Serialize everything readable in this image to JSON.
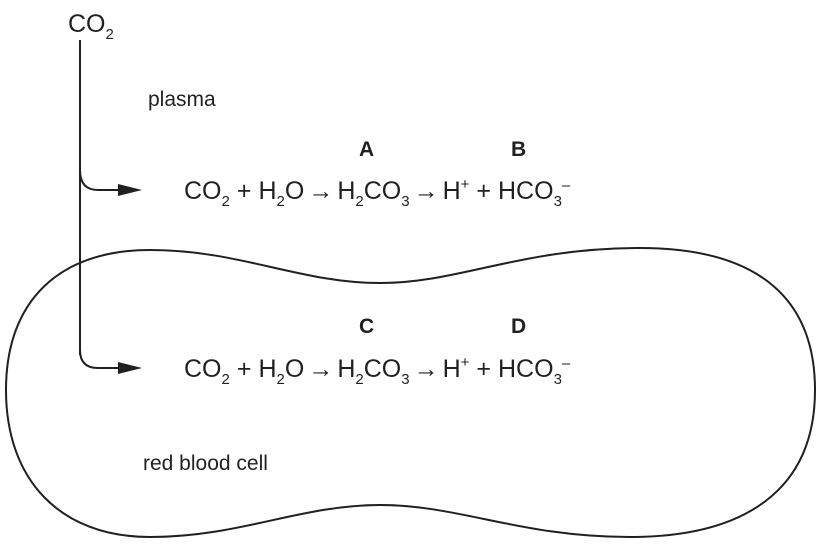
{
  "source": {
    "base": "CO",
    "subscript": "2"
  },
  "regions": {
    "plasma_label": "plasma",
    "cell_label": "red blood cell"
  },
  "reactions": [
    {
      "region": "plasma",
      "step_labels": [
        "A",
        "B"
      ],
      "co2": {
        "base": "CO",
        "sub": "2"
      },
      "plus1": "+",
      "h2o": {
        "h": "H",
        "sub": "2",
        "o": "O"
      },
      "arrow1": "→",
      "h2co3": {
        "h": "H",
        "sub1": "2",
        "co": "CO",
        "sub2": "3"
      },
      "arrow2": "→",
      "hplus": {
        "base": "H",
        "sup": "+"
      },
      "plus2": "+",
      "hco3": {
        "base": "HCO",
        "sub": "3",
        "sup": "–"
      }
    },
    {
      "region": "red blood cell",
      "step_labels": [
        "C",
        "D"
      ],
      "co2": {
        "base": "CO",
        "sub": "2"
      },
      "plus1": "+",
      "h2o": {
        "h": "H",
        "sub": "2",
        "o": "O"
      },
      "arrow1": "→",
      "h2co3": {
        "h": "H",
        "sub1": "2",
        "co": "CO",
        "sub2": "3"
      },
      "arrow2": "→",
      "hplus": {
        "base": "H",
        "sup": "+"
      },
      "plus2": "+",
      "hco3": {
        "base": "HCO",
        "sub": "3",
        "sup": "–"
      }
    }
  ]
}
